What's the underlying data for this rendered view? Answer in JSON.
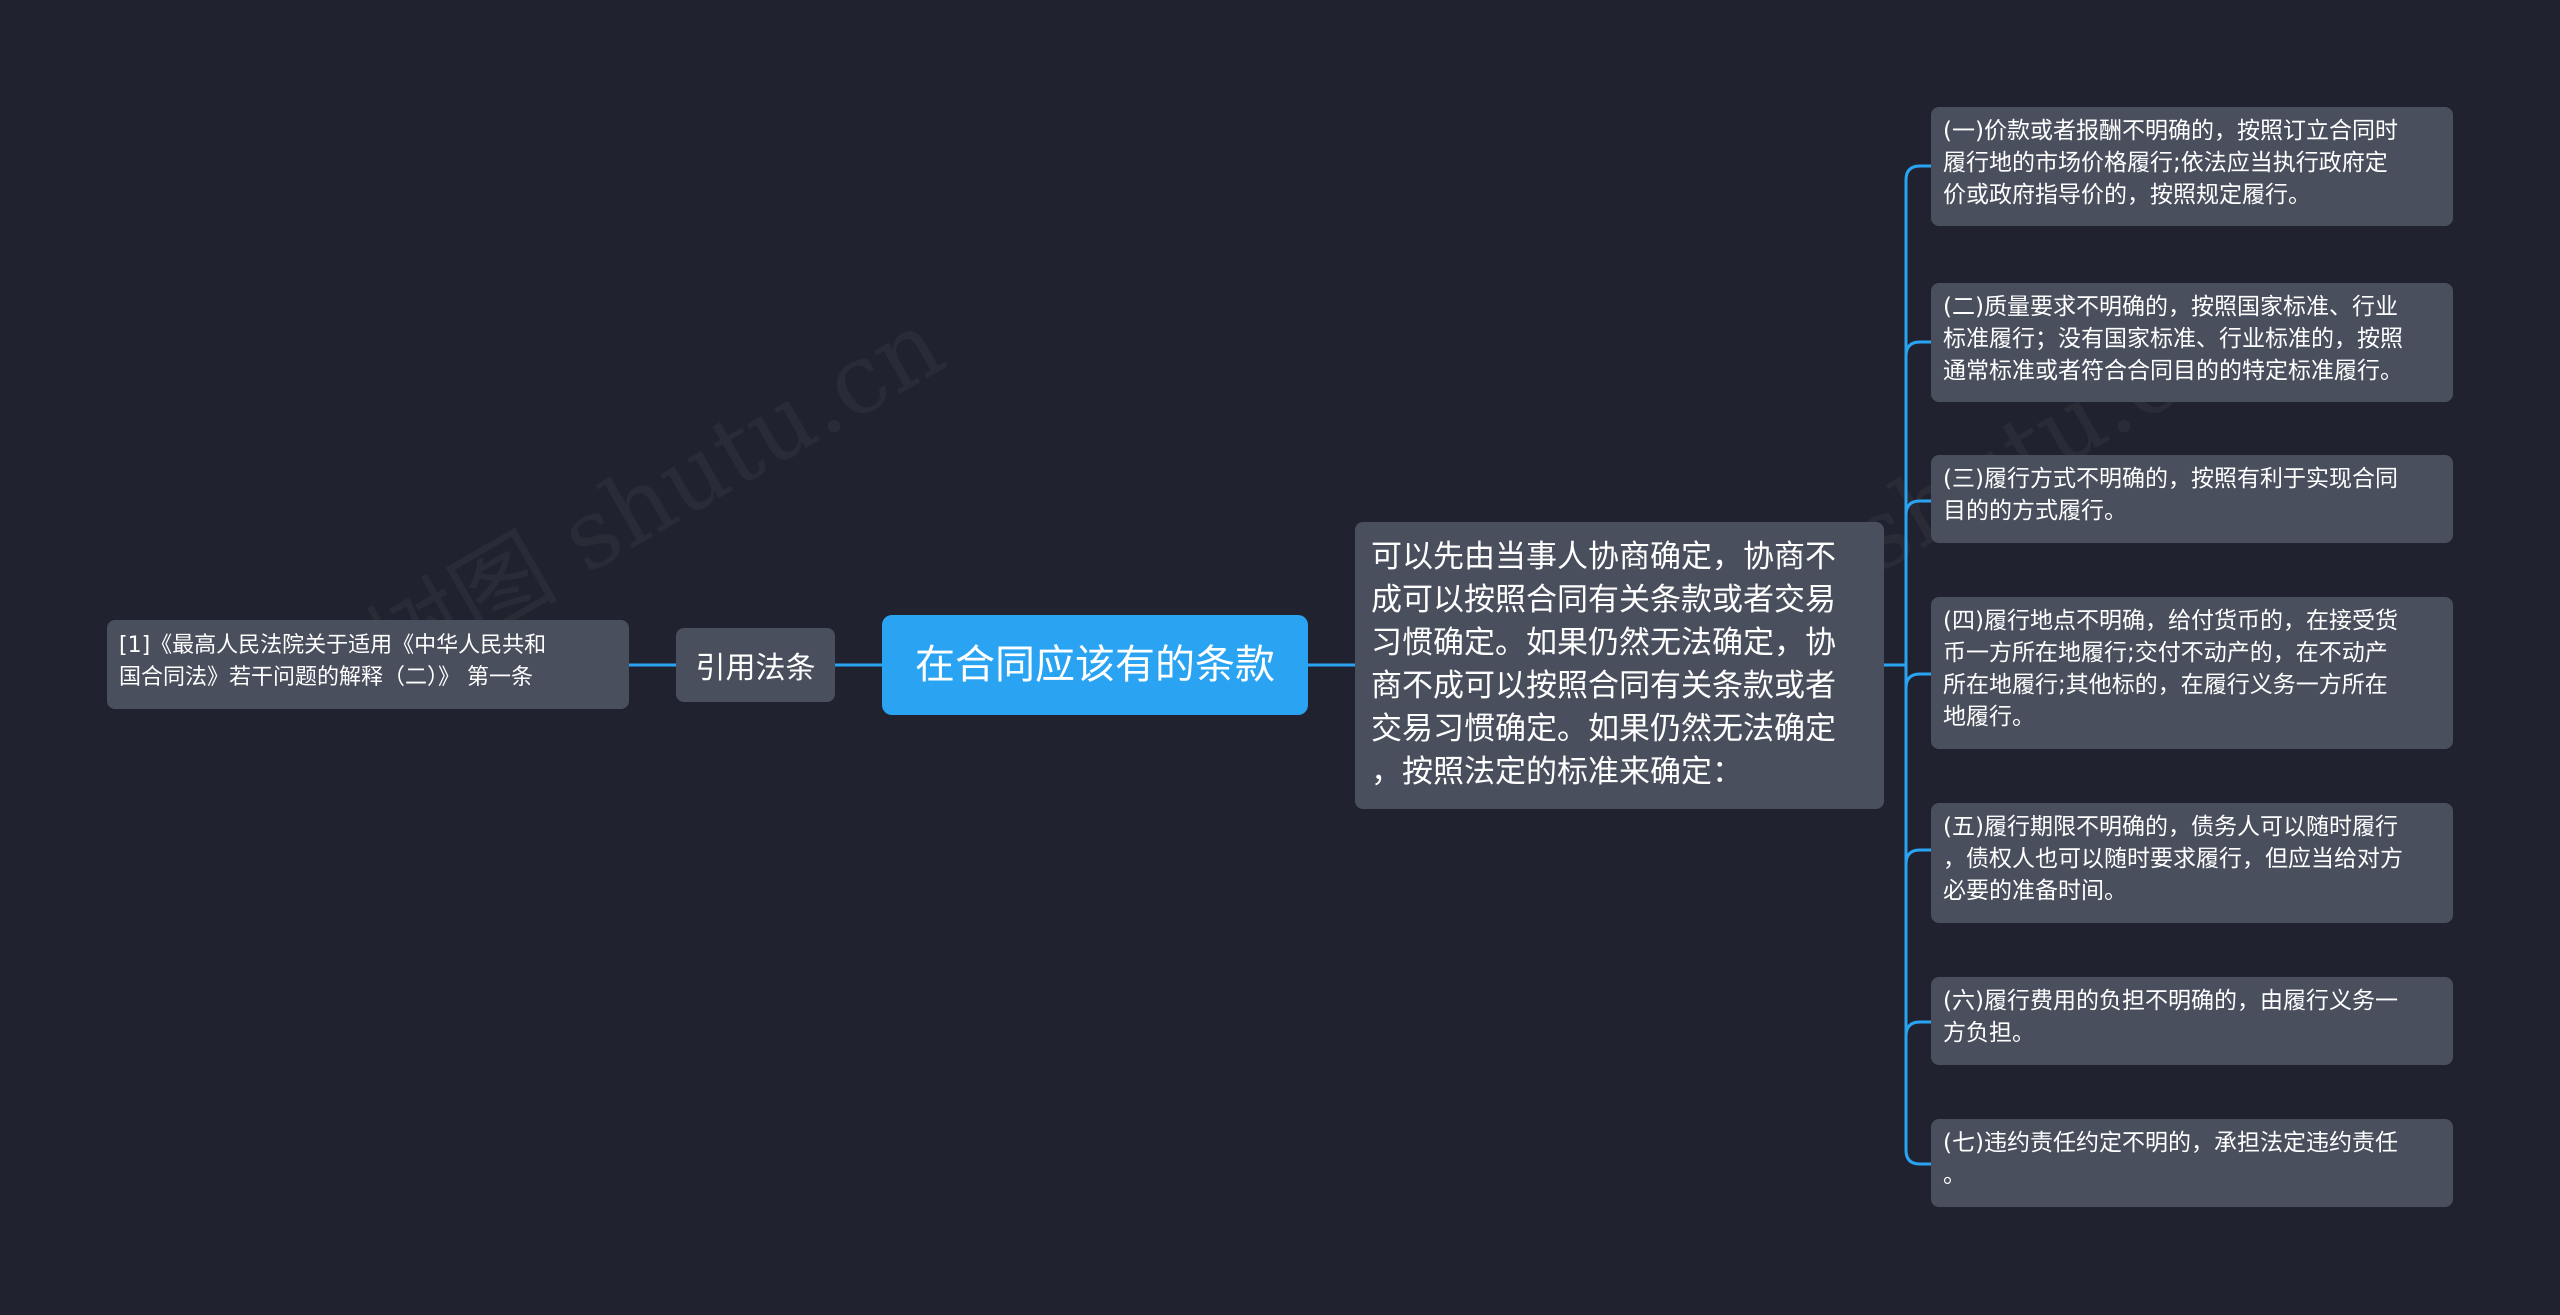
{
  "root": {
    "label": "在合同应该有的条款"
  },
  "left": {
    "category": "引用法条",
    "reference": "[1]《最高人民法院关于适用《中华人民共和\n国合同法》若干问题的解释（二）》 第一条"
  },
  "right": {
    "description": "可以先由当事人协商确定，协商不\n成可以按照合同有关条款或者交易\n习惯确定。如果仍然无法确定，协\n商不成可以按照合同有关条款或者\n交易习惯确定。如果仍然无法确定\n，按照法定的标准来确定：",
    "items": [
      {
        "text": "(一)价款或者报酬不明确的，按照订立合同时\n履行地的市场价格履行;依法应当执行政府定\n价或政府指导价的，按照规定履行。"
      },
      {
        "text": "(二)质量要求不明确的，按照国家标准、行业\n标准履行；没有国家标准、行业标准的，按照\n通常标准或者符合合同目的的特定标准履行。"
      },
      {
        "text": "(三)履行方式不明确的，按照有利于实现合同\n目的的方式履行。"
      },
      {
        "text": "(四)履行地点不明确，给付货币的，在接受货\n币一方所在地履行;交付不动产的，在不动产\n所在地履行;其他标的，在履行义务一方所在\n地履行。"
      },
      {
        "text": "(五)履行期限不明确的，债务人可以随时履行\n，债权人也可以随时要求履行，但应当给对方\n必要的准备时间。"
      },
      {
        "text": "(六)履行费用的负担不明确的，由履行义务一\n方负担。"
      },
      {
        "text": "(七)违约责任约定不明的，承担法定违约责任\n。"
      }
    ]
  },
  "watermark": "树图 shutu.cn",
  "colors": {
    "background": "#20232f",
    "root_fill": "#2aa4f2",
    "node_fill": "#4a4f5d",
    "connector": "#2aa4f2"
  }
}
